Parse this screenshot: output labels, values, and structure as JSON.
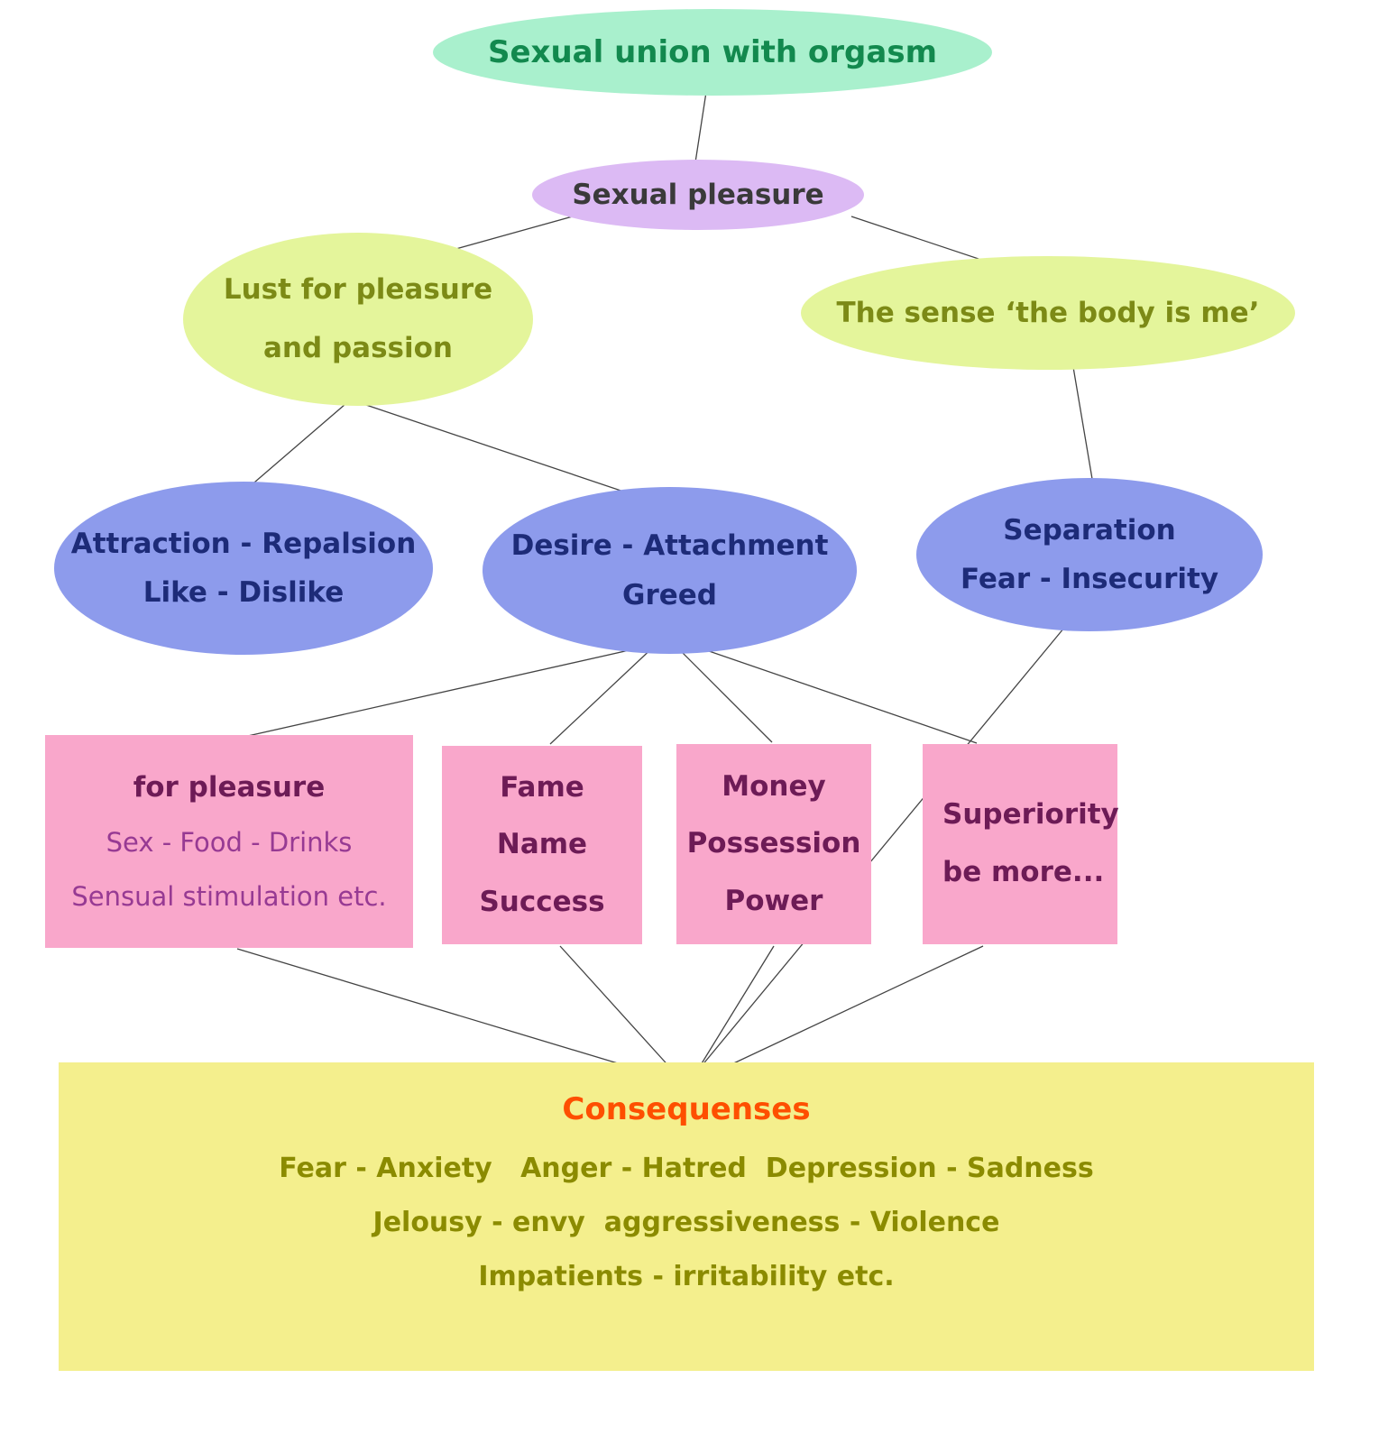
{
  "nodes": {
    "union": {
      "label": "Sexual union with orgasm"
    },
    "pleasure": {
      "label": "Sexual pleasure"
    },
    "lust": {
      "line1": "Lust for pleasure",
      "line2": "and passion"
    },
    "bodyme": {
      "label": "The sense ‘the body is me’"
    },
    "attraction": {
      "line1": "Attraction - Repalsion",
      "line2": "Like - Dislike"
    },
    "desire": {
      "line1": "Desire - Attachment",
      "line2": "Greed"
    },
    "separation": {
      "line1": "Separation",
      "line2": "Fear - Insecurity"
    },
    "pleasure_box": {
      "line1": "for pleasure",
      "line2": "Sex - Food - Drinks",
      "line3": "Sensual stimulation etc."
    },
    "fame_box": {
      "line1": "Fame",
      "line2": "Name",
      "line3": "Success"
    },
    "money_box": {
      "line1": "Money",
      "line2": "Possession",
      "line3": "Power"
    },
    "superiority_box": {
      "line1": "Superiority",
      "line2": "be more..."
    },
    "consequences": {
      "title": "Consequenses",
      "line1": "Fear - Anxiety   Anger - Hatred  Depression - Sadness",
      "line2": "Jelousy - envy  aggressiveness - Violence",
      "line3": "Impatients - irritability etc."
    }
  },
  "colors": {
    "mint_fill": "#a9f0cd",
    "mint_text": "#12894e",
    "lavender_fill": "#dcbaf4",
    "yellow_green_fill": "#e4f59b",
    "olive_text": "#7c8a16",
    "periwinkle_fill": "#8d9bec",
    "navy_text": "#1d2b78",
    "pink_fill": "#f9a7cb",
    "maroon_text": "#6d1b56",
    "purple_text": "#973a93",
    "yellow_fill": "#f4ef8d",
    "orange_title": "#fe4f00",
    "olive_body_text": "#8b8b00",
    "connector": "#444444"
  }
}
